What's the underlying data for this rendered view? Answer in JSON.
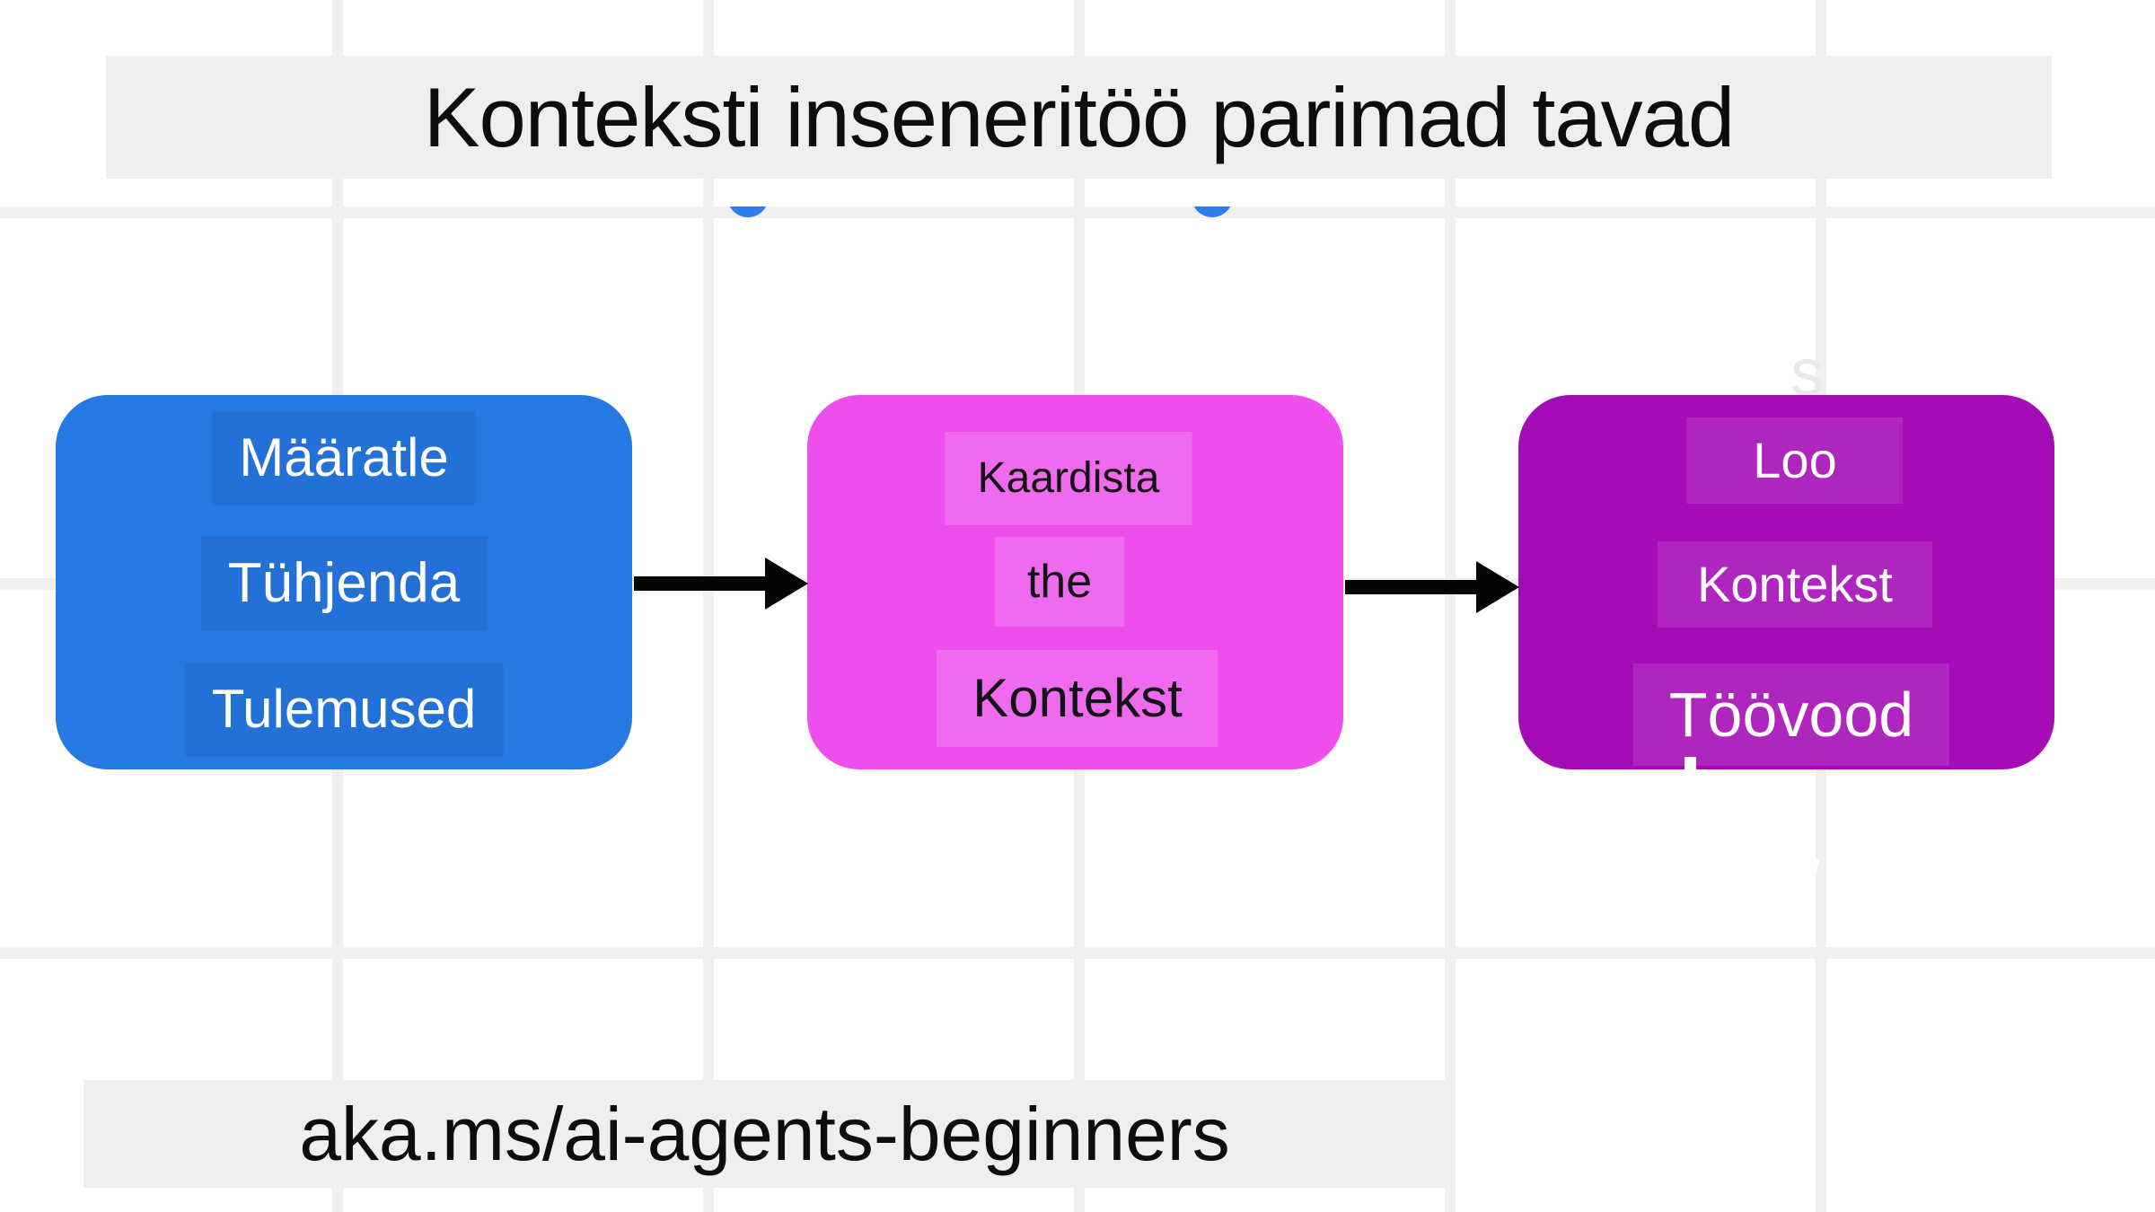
{
  "title": {
    "text": "Konteksti inseneritöö parimad tavad"
  },
  "footer": {
    "text": "aka.ms/ai-agents-beginners"
  },
  "flow": {
    "boxes": [
      {
        "id": "define",
        "color": "#2679e3",
        "text_color": "#ffffff",
        "lines": [
          "Määratle",
          "Tühjenda",
          "Tulemused"
        ]
      },
      {
        "id": "map",
        "color": "#ee4eee",
        "text_color": "#141414",
        "lines": [
          "Kaardista",
          "the",
          "Kontekst"
        ]
      },
      {
        "id": "create",
        "color": "#a50cb5",
        "text_color": "#ffffff",
        "lines": [
          "Loo",
          "Kontekst",
          "Töövood"
        ]
      }
    ],
    "arrows": [
      {
        "from": "define",
        "to": "map"
      },
      {
        "from": "map",
        "to": "create"
      }
    ]
  },
  "artifacts": {
    "faint_glyph": "ş"
  },
  "colors": {
    "background": "#ffffff",
    "grid_line": "#f0f0f0",
    "band": "#efefef",
    "box_blue": "#2679e3",
    "box_magenta": "#ee4eee",
    "box_purple": "#a50cb5",
    "arrow": "#050505",
    "accent_blue_arc": "#2e7fe9"
  }
}
